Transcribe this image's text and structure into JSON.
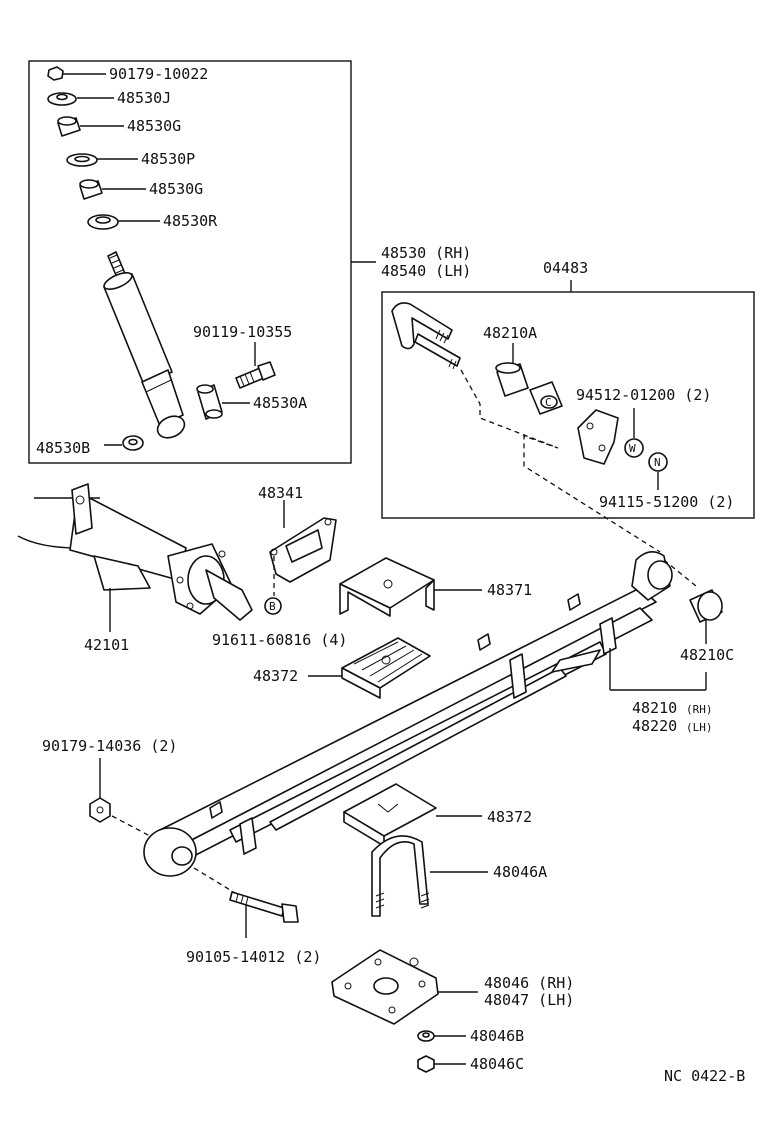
{
  "labels": {
    "p90179_10022": "90179-10022",
    "p48530J": "48530J",
    "p48530G_a": "48530G",
    "p48530P": "48530P",
    "p48530G_b": "48530G",
    "p48530R": "48530R",
    "p48530_rh": "48530 (RH)",
    "p48540_lh": "48540 (LH)",
    "p04483": "04483",
    "p90119_10355": "90119-10355",
    "p48530A": "48530A",
    "p48530B": "48530B",
    "p48210A": "48210A",
    "p94512_01200": "94512-01200 (2)",
    "p94115_51200": "94115-51200 (2)",
    "p48341": "48341",
    "p48371": "48371",
    "p42101": "42101",
    "p91611_60816": "91611-60816 (4)",
    "p48372_a": "48372",
    "p48210C": "48210C",
    "p48210": "48210",
    "p48210_rh": "(RH)",
    "p48220": "48220",
    "p48220_lh": "(LH)",
    "p90179_14036": "90179-14036 (2)",
    "p48372_b": "48372",
    "p48046A": "48046A",
    "p90105_14012": "90105-14012 (2)",
    "p48046_rh": "48046 (RH)",
    "p48047_lh": "48047 (LH)",
    "p48046B": "48046B",
    "p48046C": "48046C",
    "marker_W": "W",
    "marker_N": "N",
    "marker_B": "B",
    "marker_C": "C",
    "code": "NC 0422-B"
  }
}
